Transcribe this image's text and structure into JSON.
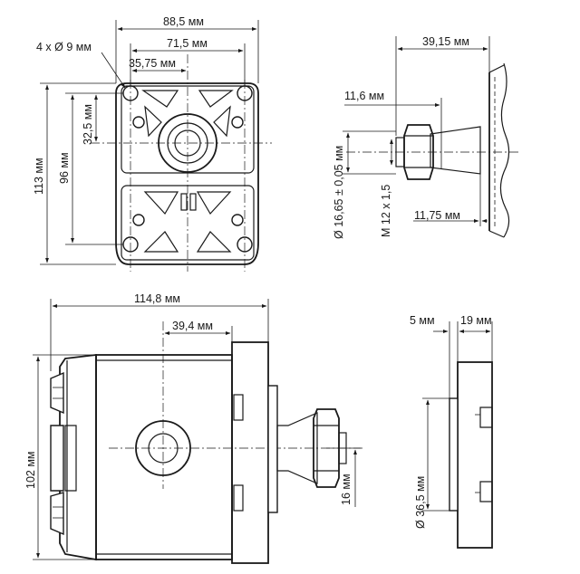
{
  "labels": {
    "width_total": "88,5 мм",
    "bolt_span": "71,5 мм",
    "half_span": "35,75 мм",
    "bolt_holes": "4 x Ø 9 мм",
    "height_total": "113 мм",
    "bolt_vertical": "96 мм",
    "half_vertical": "32,5 мм",
    "shaft_extension": "39,15 мм",
    "key_length": "11,6 мм",
    "taper_length": "11,75 мм",
    "shaft_diameter": "Ø 16,65 ± 0,05 мм",
    "thread": "M 12 x 1,5",
    "body_length": "114,8 мм",
    "port_offset": "39,4 мм",
    "body_height": "102 мм",
    "port_height": "16 мм",
    "spigot_depth": "5 мм",
    "flange_thickness": "19 мм",
    "pilot_diameter": "Ø 36,5 мм"
  }
}
